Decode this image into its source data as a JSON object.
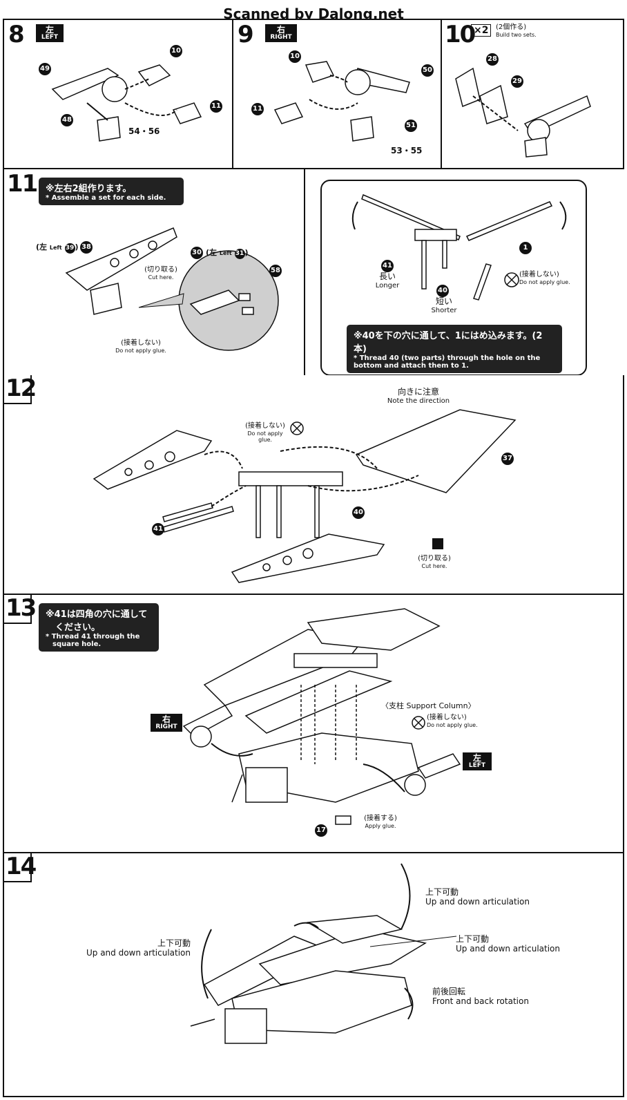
{
  "header": {
    "watermark": "Scanned by Dalong.net"
  },
  "step8": {
    "number": "8",
    "side_jp": "左",
    "side_en": "LEFT",
    "parts": [
      "49",
      "48",
      "10",
      "11",
      "54・56"
    ]
  },
  "step9": {
    "number": "9",
    "side_jp": "右",
    "side_en": "RIGHT",
    "parts": [
      "10",
      "50",
      "11",
      "51",
      "53・55"
    ]
  },
  "step10": {
    "number": "10",
    "multiplier": "×2",
    "note_jp": "(2個作る)",
    "note_en": "Build two sets.",
    "parts": [
      "28",
      "29"
    ]
  },
  "step11": {
    "number": "11",
    "note_jp": "※左右2組作ります。",
    "note_en": "* Assemble a set for each side.",
    "left_part_jp": "左",
    "left_part_en": "Left",
    "part_left_num": "39",
    "part_main": "38",
    "part_30": "30",
    "part_31": "31",
    "part_58": "58",
    "cut_jp": "(切り取る)",
    "cut_en": "Cut here.",
    "noglue_jp": "(接着しない)",
    "noglue_en": "Do not apply glue."
  },
  "detail": {
    "part_1": "1",
    "part_41": "41",
    "longer_jp": "長い",
    "longer_en": "Longer",
    "part_40": "40",
    "shorter_jp": "短い",
    "shorter_en": "Shorter",
    "noglue_jp": "(接着しない)",
    "noglue_en": "Do not apply glue.",
    "note_jp": "※40を下の穴に通して、1にはめ込みます。(2本)",
    "note_en": "* Thread 40 (two parts) through the hole on the bottom and attach them to 1."
  },
  "step12": {
    "number": "12",
    "direction_jp": "向きに注意",
    "direction_en": "Note the direction",
    "noglue_jp": "(接着しない)",
    "noglue_en": "Do not apply glue.",
    "part_37": "37",
    "part_40": "40",
    "part_41": "41",
    "cut_jp": "(切り取る)",
    "cut_en": "Cut here."
  },
  "step13": {
    "number": "13",
    "note_jp1": "※41は四角の穴に通して",
    "note_jp2": "ください。",
    "note_en1": "* Thread 41 through the",
    "note_en2": "square hole.",
    "right_jp": "右",
    "right_en": "RIGHT",
    "left_jp": "左",
    "left_en": "LEFT",
    "support": "〈支柱 Support Column〉",
    "noglue_jp": "(接着しない)",
    "noglue_en": "Do not apply glue.",
    "glue_jp": "(接着する)",
    "glue_en": "Apply glue.",
    "part_17": "17"
  },
  "step14": {
    "number": "14",
    "a1_jp": "上下可動",
    "a1_en": "Up and down articulation",
    "a2_jp": "上下可動",
    "a2_en": "Up and down articulation",
    "a3_jp": "上下可動",
    "a3_en": "Up and down articulation",
    "rot_jp": "前後回転",
    "rot_en": "Front and back rotation"
  }
}
